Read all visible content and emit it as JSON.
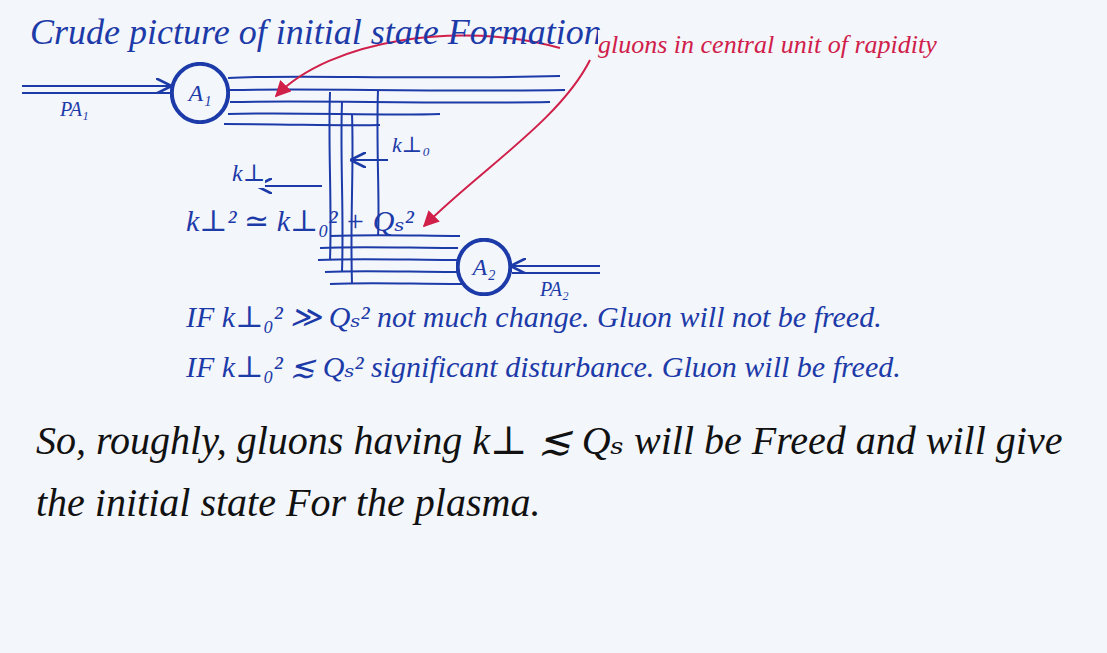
{
  "diagram": {
    "title": "Crude picture of initial state Formation",
    "nodes": [
      {
        "text": [
          "A₁"
        ]
      },
      {
        "text": [
          "A₂"
        ]
      }
    ],
    "labels": [
      "gluons in central unit of rapidity",
      "PA₁",
      "k⊥",
      "k⊥₀",
      "PA₂",
      "k⊥² ≃ k⊥₀² + Qₛ²",
      "IF k⊥₀² ≫ Qₛ² not much change. Gluon will not be freed.",
      "IF k⊥₀² ≲ Qₛ² significant disturbance. Gluon will be freed.",
      "So, roughly, gluons having k⊥ ≲ Qₛ will be Freed and will give the initial state For the plasma."
    ]
  }
}
